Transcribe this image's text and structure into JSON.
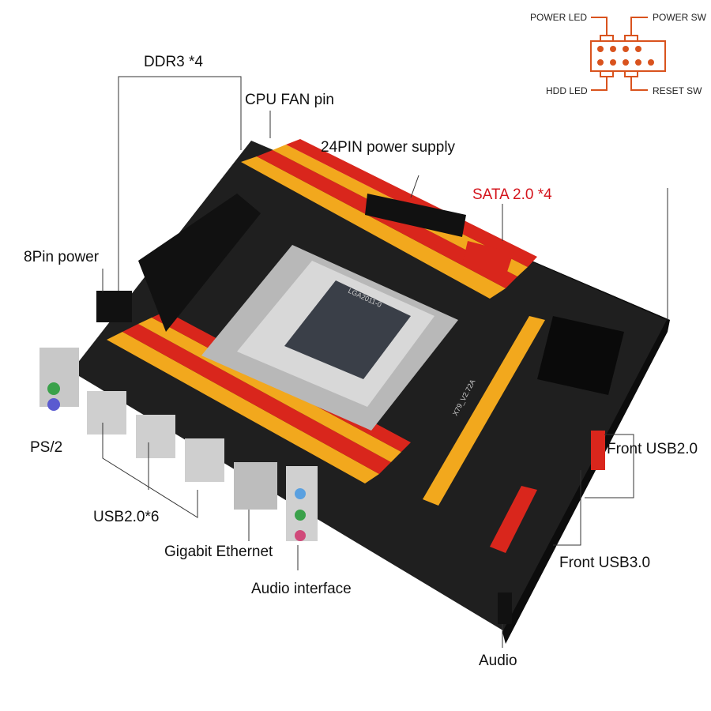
{
  "labels": {
    "ddr3": "DDR3 *4",
    "cpu_fan": "CPU FAN pin",
    "power_24pin": "24PIN power supply",
    "sata": "SATA 2.0 *4",
    "power_8pin": "8Pin power",
    "ps2": "PS/2",
    "usb20": "USB2.0*6",
    "ethernet": "Gigabit Ethernet",
    "audio_interface": "Audio interface",
    "front_usb20": "Front USB2.0",
    "front_usb30": "Front USB3.0",
    "audio": "Audio"
  },
  "panel_header": {
    "power_led": "POWER LED",
    "power_sw": "POWER SW",
    "hdd_led": "HDD LED",
    "reset_sw": "RESET SW",
    "color": "#d9531e"
  },
  "board_markings": [
    "LGA2011-0",
    "X79_V2.72A"
  ],
  "colors": {
    "sata_label": "#d4141c",
    "board": "#1e1e1e",
    "ram_red": "#d9261c",
    "ram_yellow": "#f2a81d"
  }
}
